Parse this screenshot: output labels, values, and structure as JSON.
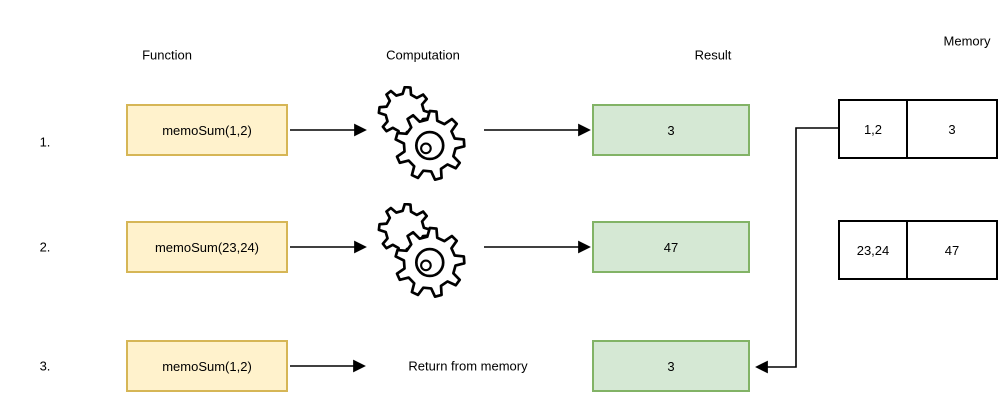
{
  "headers": {
    "function": "Function",
    "computation": "Computation",
    "result": "Result",
    "memory": "Memory"
  },
  "rows": [
    {
      "num": "1.",
      "call": "memoSum(1,2)",
      "computation": "gears-icon",
      "result": "3"
    },
    {
      "num": "2.",
      "call": "memoSum(23,24)",
      "computation": "gears-icon",
      "result": "47"
    },
    {
      "num": "3.",
      "call": "memoSum(1,2)",
      "computation_text": "Return from memory",
      "result": "3"
    }
  ],
  "memory_table": {
    "rows": [
      {
        "key": "1,2",
        "value": "3"
      },
      {
        "key": "23,24",
        "value": "47"
      }
    ]
  },
  "colors": {
    "background": "#FFFFFF",
    "function_box_fill": "#FFF2CC",
    "function_box_border": "#D6B656",
    "result_box_fill": "#D5E8D4",
    "result_box_border": "#82B366",
    "line_color": "#000000"
  }
}
